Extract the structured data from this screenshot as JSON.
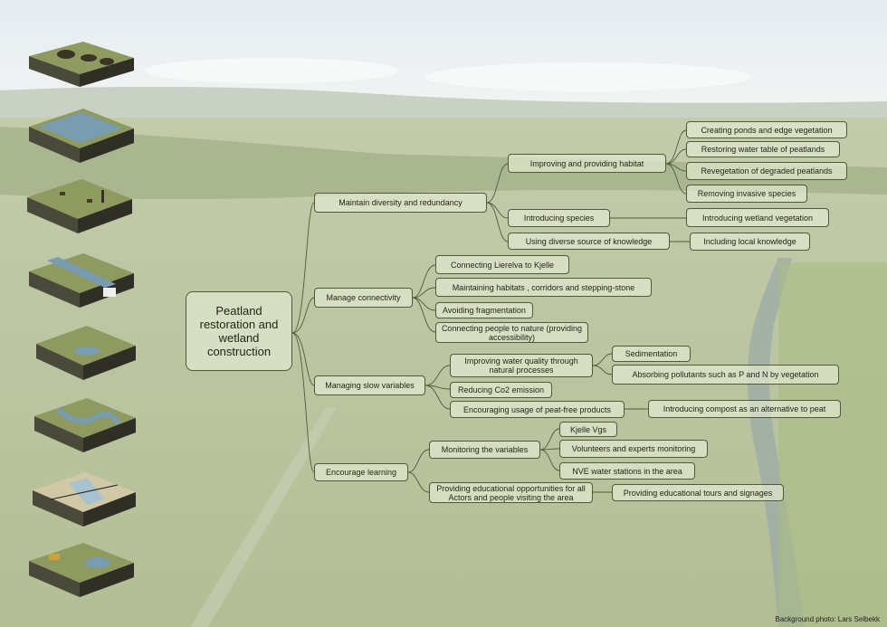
{
  "diagram": {
    "root": "Peatland restoration and wetland construction",
    "branches": [
      {
        "label": "Maintain diversity and redundancy",
        "children": [
          {
            "label": "Improving and providing habitat",
            "children": [
              "Creating ponds and edge vegetation",
              "Restoring water table of peatlands",
              "Revegetation of degraded peatlands",
              "Removing invasive species"
            ]
          },
          {
            "label": "Introducing species",
            "children": [
              "Introducing wetland vegetation"
            ]
          },
          {
            "label": "Using diverse source of knowledge",
            "children": [
              "Including local knowledge"
            ]
          }
        ]
      },
      {
        "label": "Manage connectivity",
        "children": [
          {
            "label": "Connecting Lierelva to Kjelle",
            "children": []
          },
          {
            "label": "Maintaining habitats , corridors and stepping-stone",
            "children": []
          },
          {
            "label": "Avoiding fragmentation",
            "children": []
          },
          {
            "label": "Connecting people to nature (providing accessibility)",
            "children": []
          }
        ]
      },
      {
        "label": "Managing slow variables",
        "children": [
          {
            "label": "Improving water quality through natural processes",
            "children": [
              "Sedimentation",
              "Absorbing pollutants such as P and N by vegetation"
            ]
          },
          {
            "label": "Reducing Co2 emission",
            "children": []
          },
          {
            "label": "Encouraging usage of peat-free products",
            "children": [
              "Introducing compost as an alternative to peat"
            ]
          }
        ]
      },
      {
        "label": "Encourage learning",
        "children": [
          {
            "label": "Monitoring the variables",
            "children": [
              "Kjelle Vgs",
              "Volunteers and experts monitoring",
              "NVE water stations in the area"
            ]
          },
          {
            "label": "Providing educational opportunities for all Actors and people visiting the area",
            "children": [
              "Providing educational tours and signages"
            ]
          }
        ]
      }
    ]
  },
  "credit": "Background photo: Lars Selbekk",
  "colors": {
    "line": "#4f5a3a",
    "node_fill": "#e2e8d0",
    "sky": "#e9eef2",
    "field": "#b6c19a"
  }
}
